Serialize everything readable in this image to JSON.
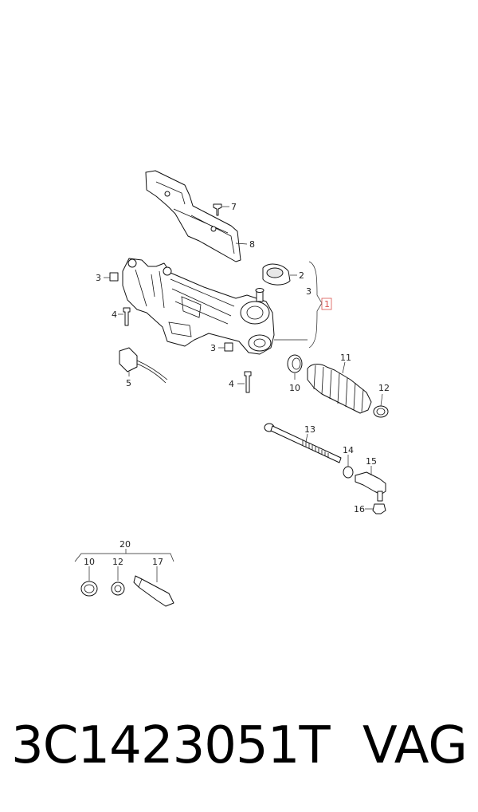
{
  "diagram": {
    "callouts": {
      "c1": "1",
      "c2": "2",
      "c3a": "3",
      "c3b": "3",
      "c3c": "3",
      "c4a": "4",
      "c4b": "4",
      "c5": "5",
      "c7": "7",
      "c8": "8",
      "c10a": "10",
      "c10b": "10",
      "c11": "11",
      "c12a": "12",
      "c12b": "12",
      "c13": "13",
      "c14": "14",
      "c15": "15",
      "c16": "16",
      "c17": "17",
      "c20": "20"
    },
    "highlight_color": "#d9534f"
  },
  "footer": {
    "part_number": "3C1423051T",
    "brand": "VAG"
  }
}
